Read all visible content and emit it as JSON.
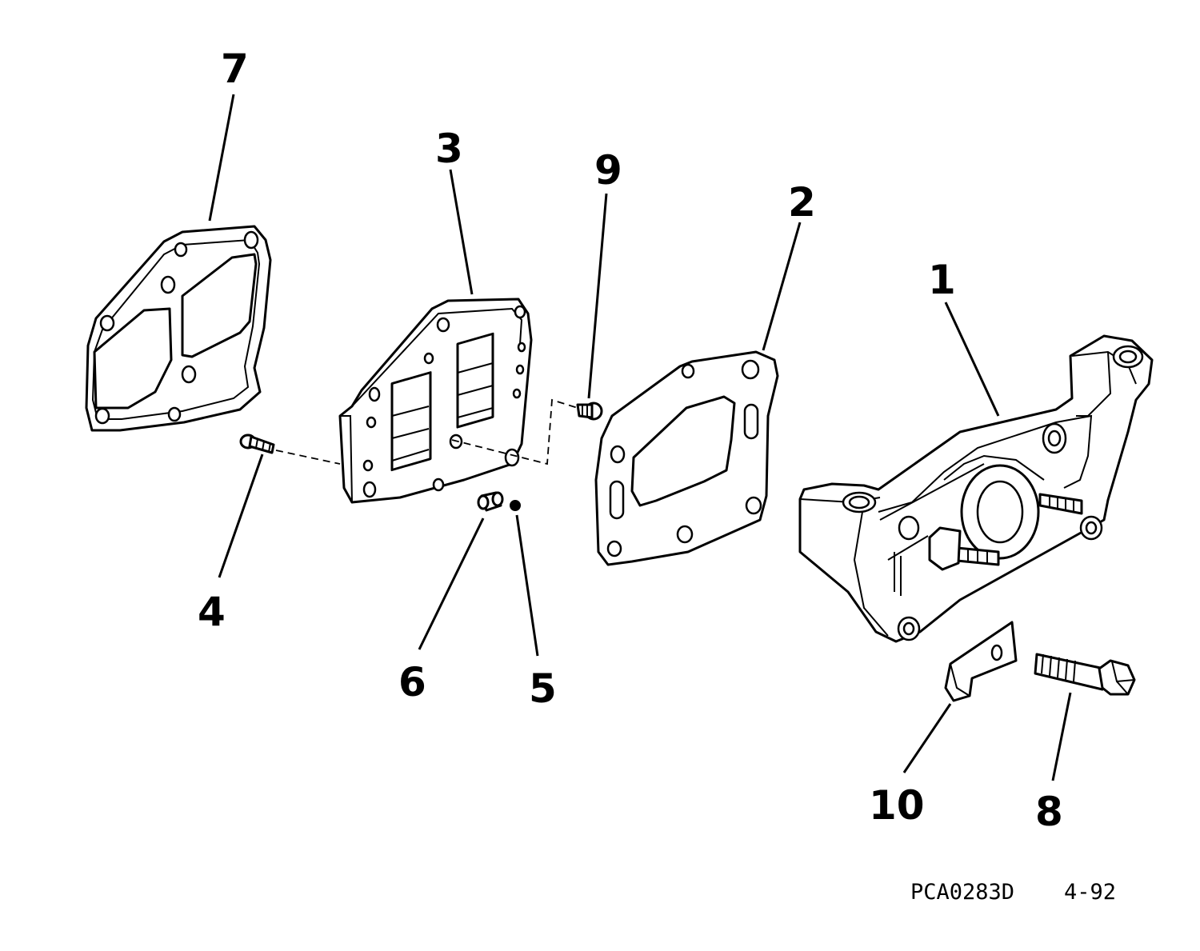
{
  "diagram": {
    "callouts": [
      {
        "id": "7",
        "label": "7"
      },
      {
        "id": "3",
        "label": "3"
      },
      {
        "id": "9",
        "label": "9"
      },
      {
        "id": "2",
        "label": "2"
      },
      {
        "id": "1",
        "label": "1"
      },
      {
        "id": "4",
        "label": "4"
      },
      {
        "id": "6",
        "label": "6"
      },
      {
        "id": "5",
        "label": "5"
      },
      {
        "id": "10",
        "label": "10"
      },
      {
        "id": "8",
        "label": "8"
      }
    ],
    "figure_code": "PCA0283D",
    "figure_date": "4-92"
  }
}
